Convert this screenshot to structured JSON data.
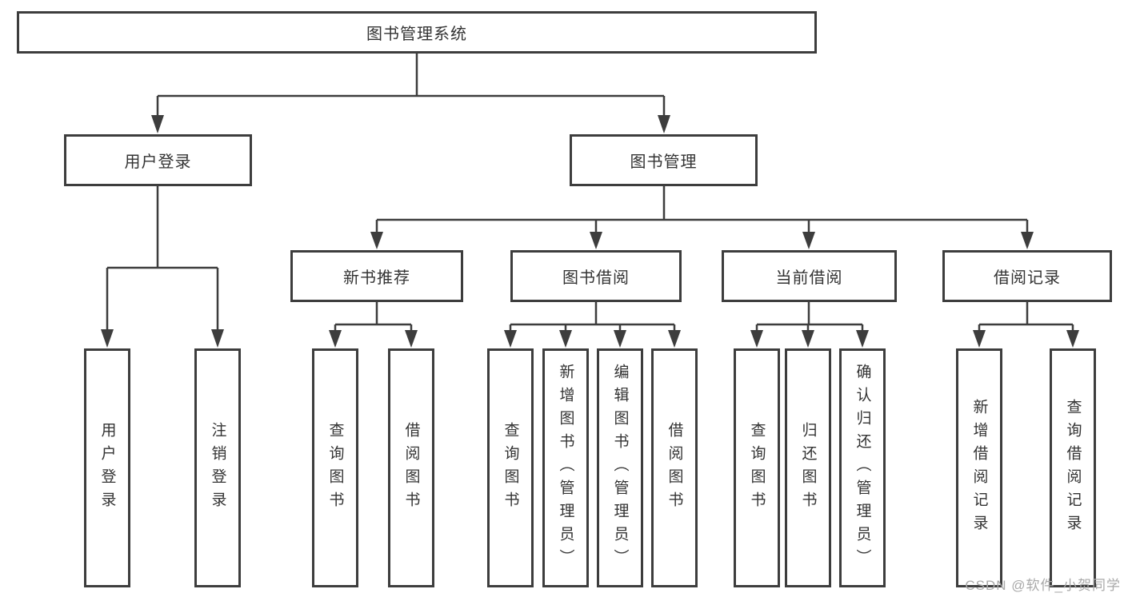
{
  "diagram": {
    "title": "图书管理系统",
    "type": "hierarchy-tree",
    "colors": {
      "line": "#3d3d3d",
      "box_border": "#3d3d3d",
      "box_fill": "#ffffff",
      "text": "#333333",
      "background": "#ffffff",
      "watermark": "#a9a9a9"
    },
    "nodes": {
      "root": {
        "label": "图书管理系统"
      },
      "user_login": {
        "label": "用户登录"
      },
      "book_management": {
        "label": "图书管理"
      },
      "new_book_rec": {
        "label": "新书推荐"
      },
      "book_borrow": {
        "label": "图书借阅"
      },
      "current_borrow": {
        "label": "当前借阅"
      },
      "borrow_record": {
        "label": "借阅记录"
      },
      "leaf_user_login": {
        "label": "用户登录"
      },
      "leaf_logout": {
        "label": "注销登录"
      },
      "leaf_nb_query": {
        "label": "查询图书"
      },
      "leaf_nb_borrow": {
        "label": "借阅图书"
      },
      "leaf_bb_query": {
        "label": "查询图书"
      },
      "leaf_bb_add": {
        "label": "新增图书（管理员）"
      },
      "leaf_bb_edit": {
        "label": "编辑图书（管理员）"
      },
      "leaf_bb_borrow": {
        "label": "借阅图书"
      },
      "leaf_cb_query": {
        "label": "查询图书"
      },
      "leaf_cb_return": {
        "label": "归还图书"
      },
      "leaf_cb_confirm": {
        "label": "确认归还（管理员）"
      },
      "leaf_br_add": {
        "label": "新增借阅记录"
      },
      "leaf_br_query": {
        "label": "查询借阅记录"
      }
    },
    "hierarchy": {
      "图书管理系统": {
        "用户登录": [
          "用户登录",
          "注销登录"
        ],
        "图书管理": {
          "新书推荐": [
            "查询图书",
            "借阅图书"
          ],
          "图书借阅": [
            "查询图书",
            "新增图书（管理员）",
            "编辑图书（管理员）",
            "借阅图书"
          ],
          "当前借阅": [
            "查询图书",
            "归还图书",
            "确认归还（管理员）"
          ],
          "借阅记录": [
            "新增借阅记录",
            "查询借阅记录"
          ]
        }
      }
    }
  },
  "watermark": {
    "text": "CSDN @软件_小贺同学"
  }
}
